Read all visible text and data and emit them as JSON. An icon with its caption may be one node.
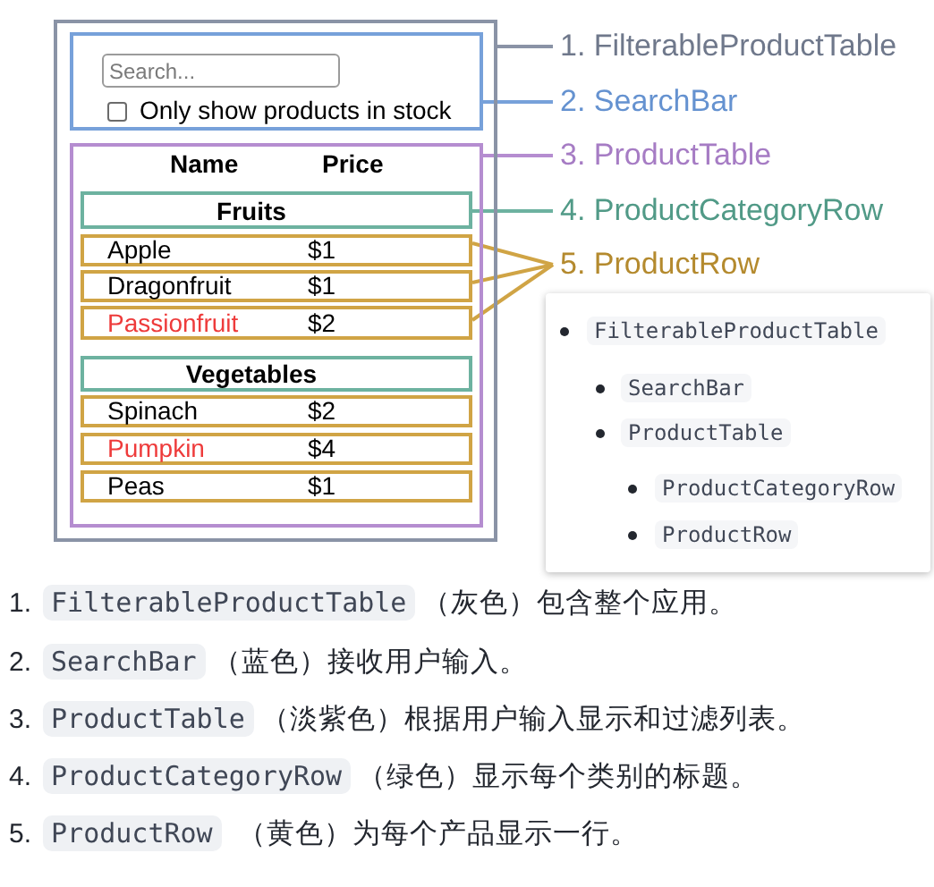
{
  "diagram": {
    "nodes": [
      {
        "text": [],
        "shape": "box"
      },
      {
        "text": [
          "Only show products in stock"
        ],
        "in": 0
      },
      {
        "text": [
          "Search..."
        ],
        "in": 1
      },
      {
        "text": [
          "Name",
          "Price"
        ],
        "in": 0
      },
      {
        "text": [
          "Fruits"
        ],
        "in": 3
      },
      {
        "text": [
          "Apple",
          "$1"
        ],
        "in": 3
      },
      {
        "text": [
          "Dragonfruit",
          "$1"
        ],
        "in": 3
      },
      {
        "text": [
          "Passionfruit",
          "$2"
        ],
        "in": 3
      },
      {
        "text": [
          "Vegetables"
        ],
        "in": 3
      },
      {
        "text": [
          "Spinach",
          "$2"
        ],
        "in": 3
      },
      {
        "text": [
          "Pumpkin",
          "$4"
        ],
        "in": 3
      },
      {
        "text": [
          "Peas",
          "$1"
        ],
        "in": 3
      },
      {
        "text": [
          "1. FilterableProductTable"
        ]
      },
      {
        "text": [
          "2. SearchBar"
        ]
      },
      {
        "text": [
          "3. ProductTable"
        ]
      },
      {
        "text": [
          "4. ProductCategoryRow"
        ]
      },
      {
        "text": [
          "5. ProductRow"
        ]
      }
    ],
    "edges": [
      {
        "from": 12,
        "to": 0,
        "arrow": "none",
        "color": "#8a93a6"
      },
      {
        "from": 13,
        "to": 1,
        "arrow": "none",
        "color": "#77a1da"
      },
      {
        "from": 14,
        "to": 3,
        "arrow": "none",
        "color": "#b58dd0"
      },
      {
        "from": 15,
        "to": 4,
        "arrow": "none",
        "color": "#6db2a0"
      },
      {
        "from": 16,
        "to": 5,
        "arrow": "none",
        "color": "#d0a445"
      },
      {
        "from": 16,
        "to": 6,
        "arrow": "none",
        "color": "#d0a445"
      },
      {
        "from": 16,
        "to": 7,
        "arrow": "none",
        "color": "#d0a445"
      }
    ],
    "labels": [
      "FilterableProductTable",
      "SearchBar",
      "ProductTable",
      "ProductCategoryRow",
      "ProductRow",
      "1.",
      "FilterableProductTable",
      "（灰色）包含整个应用。",
      "2.",
      "SearchBar",
      "（蓝色）接收用户输入。",
      "3.",
      "ProductTable",
      "（淡紫色）根据用户输入显示和过滤列表。",
      "4.",
      "ProductCategoryRow",
      "（绿色）显示每个类别的标题。",
      "5.",
      "ProductRow",
      "（黄色）为每个产品显示一行。"
    ]
  }
}
